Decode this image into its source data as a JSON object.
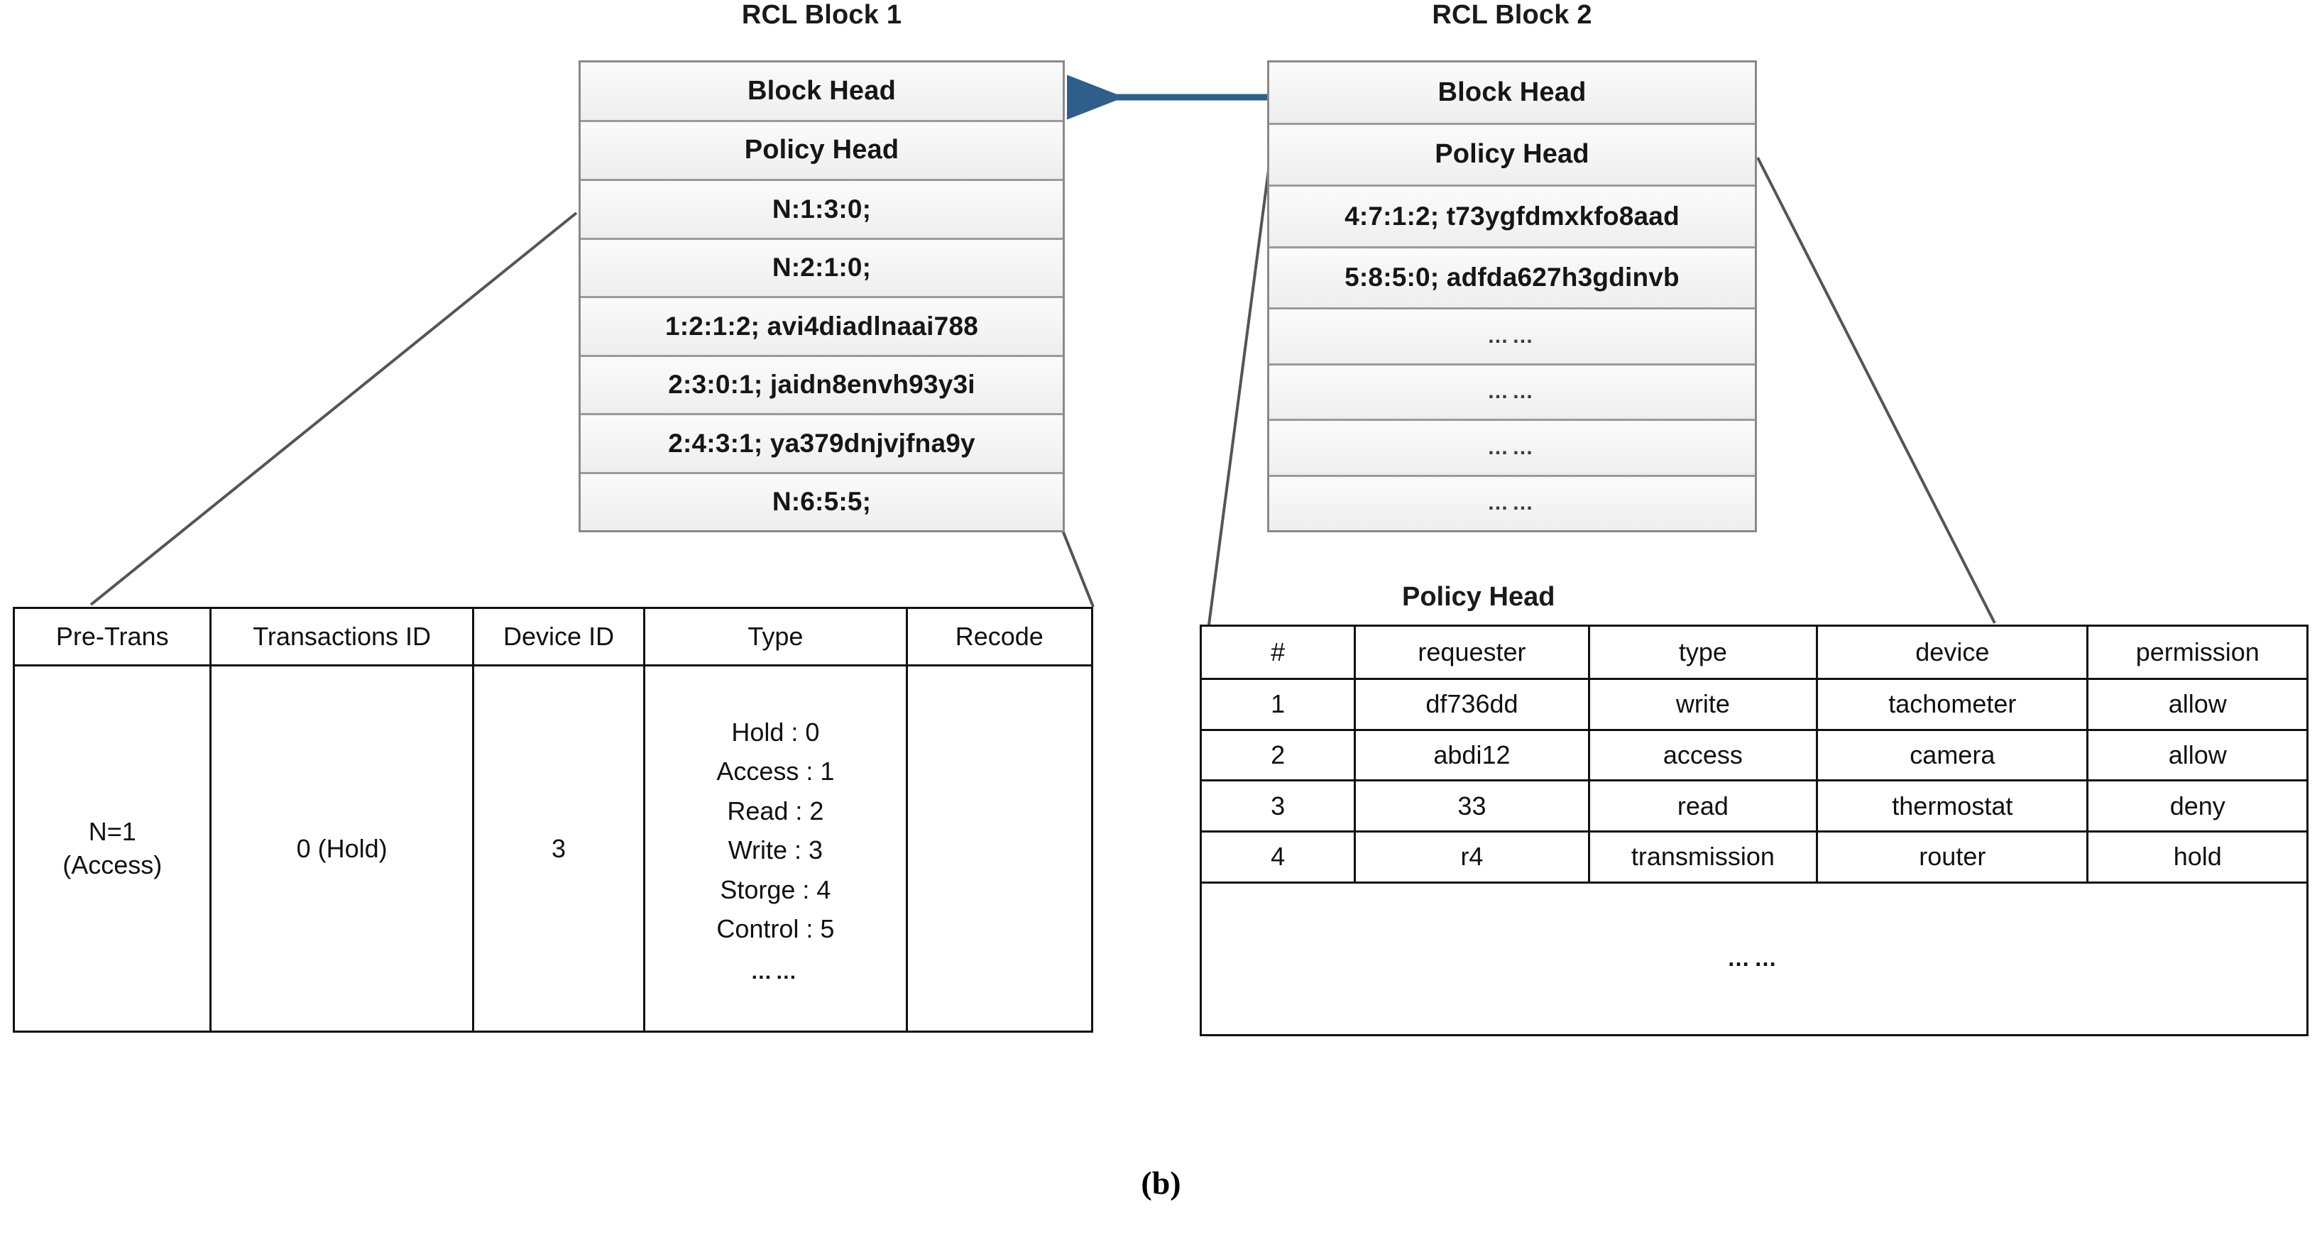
{
  "figure": {
    "caption": "(b)"
  },
  "blocks": [
    {
      "title": "RCL Block 1",
      "rows": [
        "Block Head",
        "Policy Head",
        "N:1:3:0;",
        "N:2:1:0;",
        "1:2:1:2;  avi4diadlnaai788",
        "2:3:0:1;  jaidn8envh93y3i",
        "2:4:3:1;  ya379dnjvjfna9y",
        "N:6:5:5;"
      ]
    },
    {
      "title": "RCL Block 2",
      "rows": [
        "Block Head",
        "Policy Head",
        "4:7:1:2; t73ygfdmxkfo8aad",
        "5:8:5:0; adfda627h3gdinvb",
        "……",
        "……",
        "……",
        "……"
      ]
    }
  ],
  "transaction_table": {
    "headers": [
      "Pre-Trans",
      "Transactions ID",
      "Device ID",
      "Type",
      "Recode"
    ],
    "row": {
      "pre_trans_line1": "N=1",
      "pre_trans_line2": "(Access)",
      "transactions_id": "0 (Hold)",
      "device_id": "3",
      "type_items": [
        "Hold : 0",
        "Access : 1",
        "Read : 2",
        "Write : 3",
        "Storge : 4",
        "Control : 5"
      ],
      "type_dots": "……",
      "recode": ""
    }
  },
  "policy_table": {
    "title": "Policy Head",
    "headers": [
      "#",
      "requester",
      "type",
      "device",
      "permission"
    ],
    "rows": [
      [
        "1",
        "df736dd",
        "write",
        "tachometer",
        "allow"
      ],
      [
        "2",
        "abdi12",
        "access",
        "camera",
        "allow"
      ],
      [
        "3",
        "33",
        "read",
        "thermostat",
        "deny"
      ],
      [
        "4",
        "r4",
        "transmission",
        "router",
        "hold"
      ]
    ],
    "continuation_dots": "……"
  },
  "colors": {
    "arrow": "#2e5f8a",
    "block_border": "#8a8a8a",
    "table_border": "#111111",
    "connector_line": "#555555"
  }
}
